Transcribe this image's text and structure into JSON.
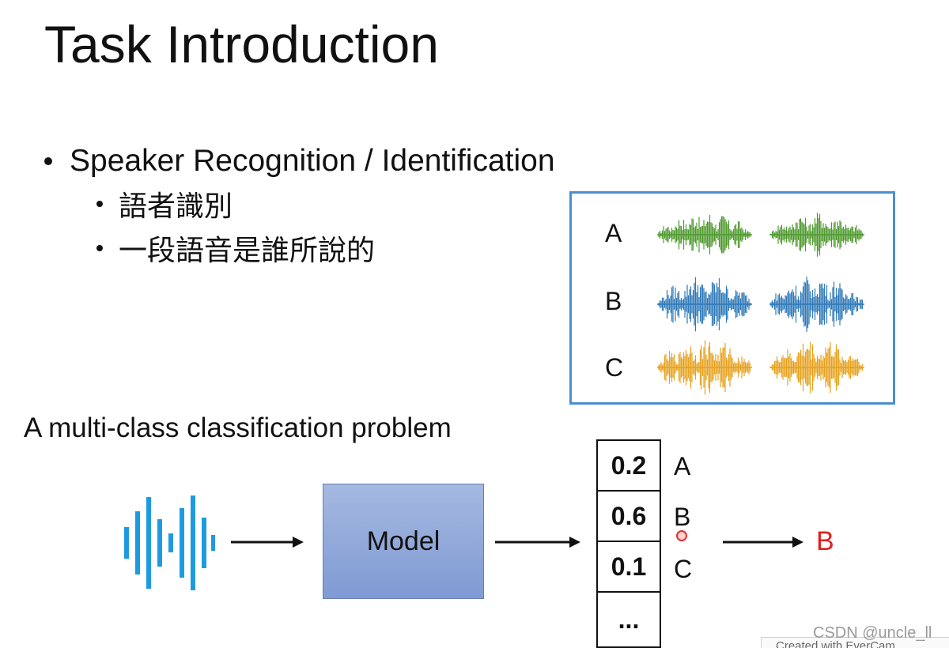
{
  "slide": {
    "title": "Task Introduction",
    "bullet": "Speaker Recognition / Identification",
    "sub_bullets": [
      "語者識別",
      "一段語音是誰所說的"
    ],
    "subtitle": "A multi-class classification problem"
  },
  "speakers": [
    {
      "label": "A",
      "color": "#4f9a2e"
    },
    {
      "label": "B",
      "color": "#2f79b8"
    },
    {
      "label": "C",
      "color": "#e6a21f"
    }
  ],
  "panel_border_color": "#4a90d0",
  "model": {
    "label": "Model"
  },
  "output": {
    "probabilities": [
      "0.2",
      "0.6",
      "0.1",
      "..."
    ],
    "classes": [
      "A",
      "B",
      "C"
    ],
    "prediction": "B",
    "prediction_color": "#e02020"
  },
  "icons": {
    "audio": "audio-wave-icon",
    "arrow": "right-arrow-icon"
  },
  "footer": {
    "watermark": "CSDN @uncle_ll",
    "strip": "Created with EverCam"
  }
}
